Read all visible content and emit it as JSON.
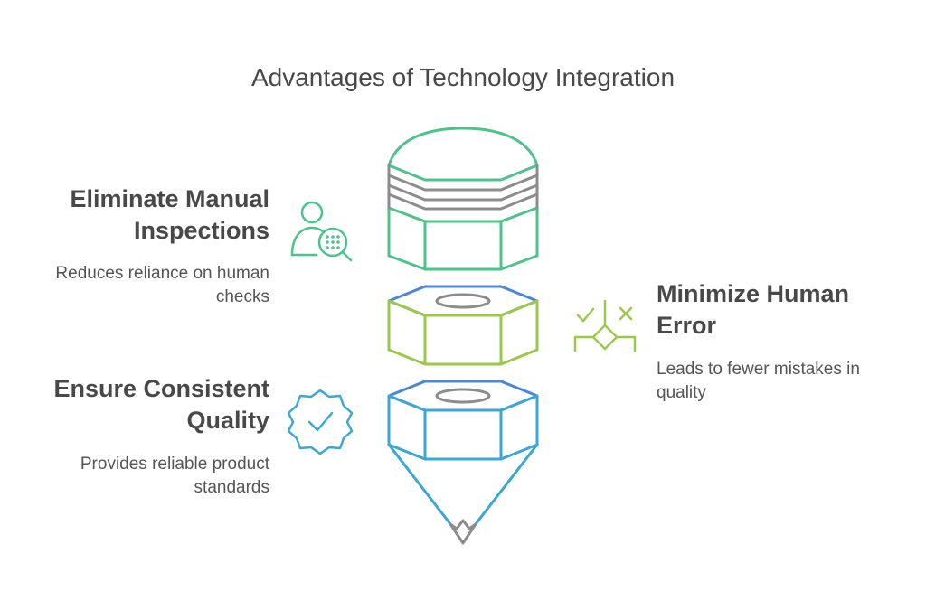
{
  "title": "Advantages of Technology Integration",
  "items": [
    {
      "heading_line1": "Eliminate Manual",
      "heading_line2": "Inspections",
      "desc_line1": "Reduces reliance on human",
      "desc_line2": "checks",
      "icon": "person-search-icon",
      "color": "#4cc38a"
    },
    {
      "heading_line1": "Minimize Human",
      "heading_line2": "Error",
      "desc_line1": "Leads to fewer mistakes in",
      "desc_line2": "quality",
      "icon": "decision-check-x-icon",
      "color": "#9cc84a"
    },
    {
      "heading_line1": "Ensure Consistent",
      "heading_line2": "Quality",
      "desc_line1": "Provides reliable product",
      "desc_line2": "standards",
      "icon": "badge-check-icon",
      "color": "#3aa7d6"
    }
  ],
  "colors": {
    "green": "#4cc38a",
    "gray": "#8c8c8c",
    "lime": "#9cc84a",
    "blue": "#4a86d9",
    "cyan": "#3aa7d6",
    "text": "#484848"
  }
}
